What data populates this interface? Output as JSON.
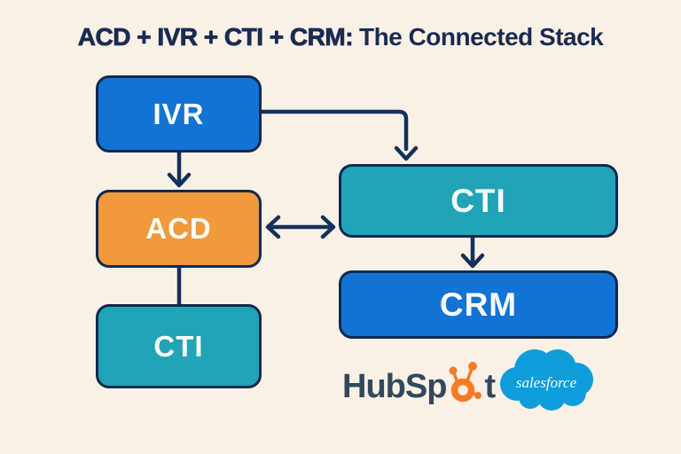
{
  "title": {
    "emphasis": "ACD + IVR + CTI + CRM:",
    "rest": "The Connected Stack"
  },
  "diagram": {
    "boxes": [
      {
        "id": "ivr",
        "label": "IVR",
        "color": "#1273d4"
      },
      {
        "id": "acd",
        "label": "ACD",
        "color": "#f0993d"
      },
      {
        "id": "cti-left",
        "label": "CTI",
        "color": "#21a4b5"
      },
      {
        "id": "cti-right",
        "label": "CTI",
        "color": "#21a4b5"
      },
      {
        "id": "crm",
        "label": "CRM",
        "color": "#1273d4"
      }
    ],
    "connections": [
      {
        "from": "IVR",
        "to": "ACD",
        "type": "arrow"
      },
      {
        "from": "IVR",
        "to": "CTI-right",
        "type": "arrow-elbow"
      },
      {
        "from": "ACD",
        "to": "CTI-right",
        "type": "double-arrow"
      },
      {
        "from": "ACD",
        "to": "CTI-left",
        "type": "line"
      },
      {
        "from": "CTI-right",
        "to": "CRM",
        "type": "arrow"
      }
    ]
  },
  "logos": {
    "hubspot": {
      "text_before_sprocket": "HubSp",
      "text_after_sprocket": "t"
    },
    "salesforce": {
      "label": "salesforce"
    }
  },
  "colors": {
    "background": "#faf1e6",
    "navy_line": "#14305c",
    "navy_border": "#12294f",
    "title_navy": "#1a2b52",
    "blue_box": "#1273d4",
    "orange_box": "#f0993d",
    "teal_box": "#21a4b5",
    "hubspot_text": "#33475b",
    "hubspot_orange": "#f47b25",
    "salesforce_blue": "#0d9ddb"
  }
}
